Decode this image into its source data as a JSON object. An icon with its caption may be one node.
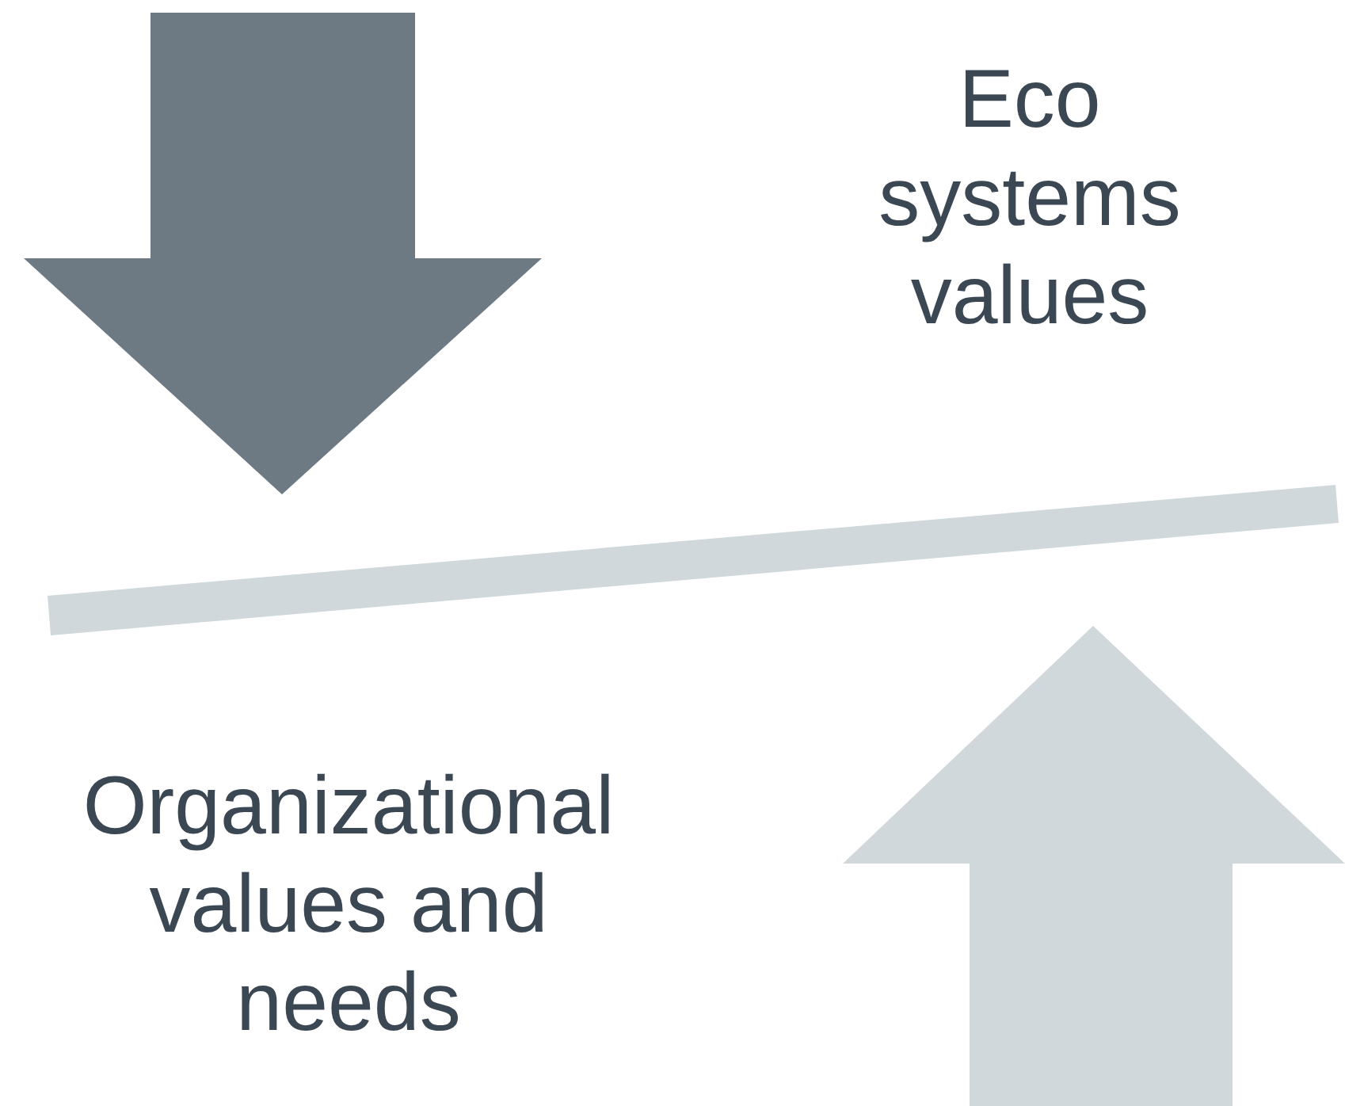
{
  "diagram": {
    "nodes": [
      {
        "text": [],
        "shape": "bar"
      }
    ],
    "labels": [
      "Eco systems values",
      "Organizational values and needs"
    ]
  }
}
